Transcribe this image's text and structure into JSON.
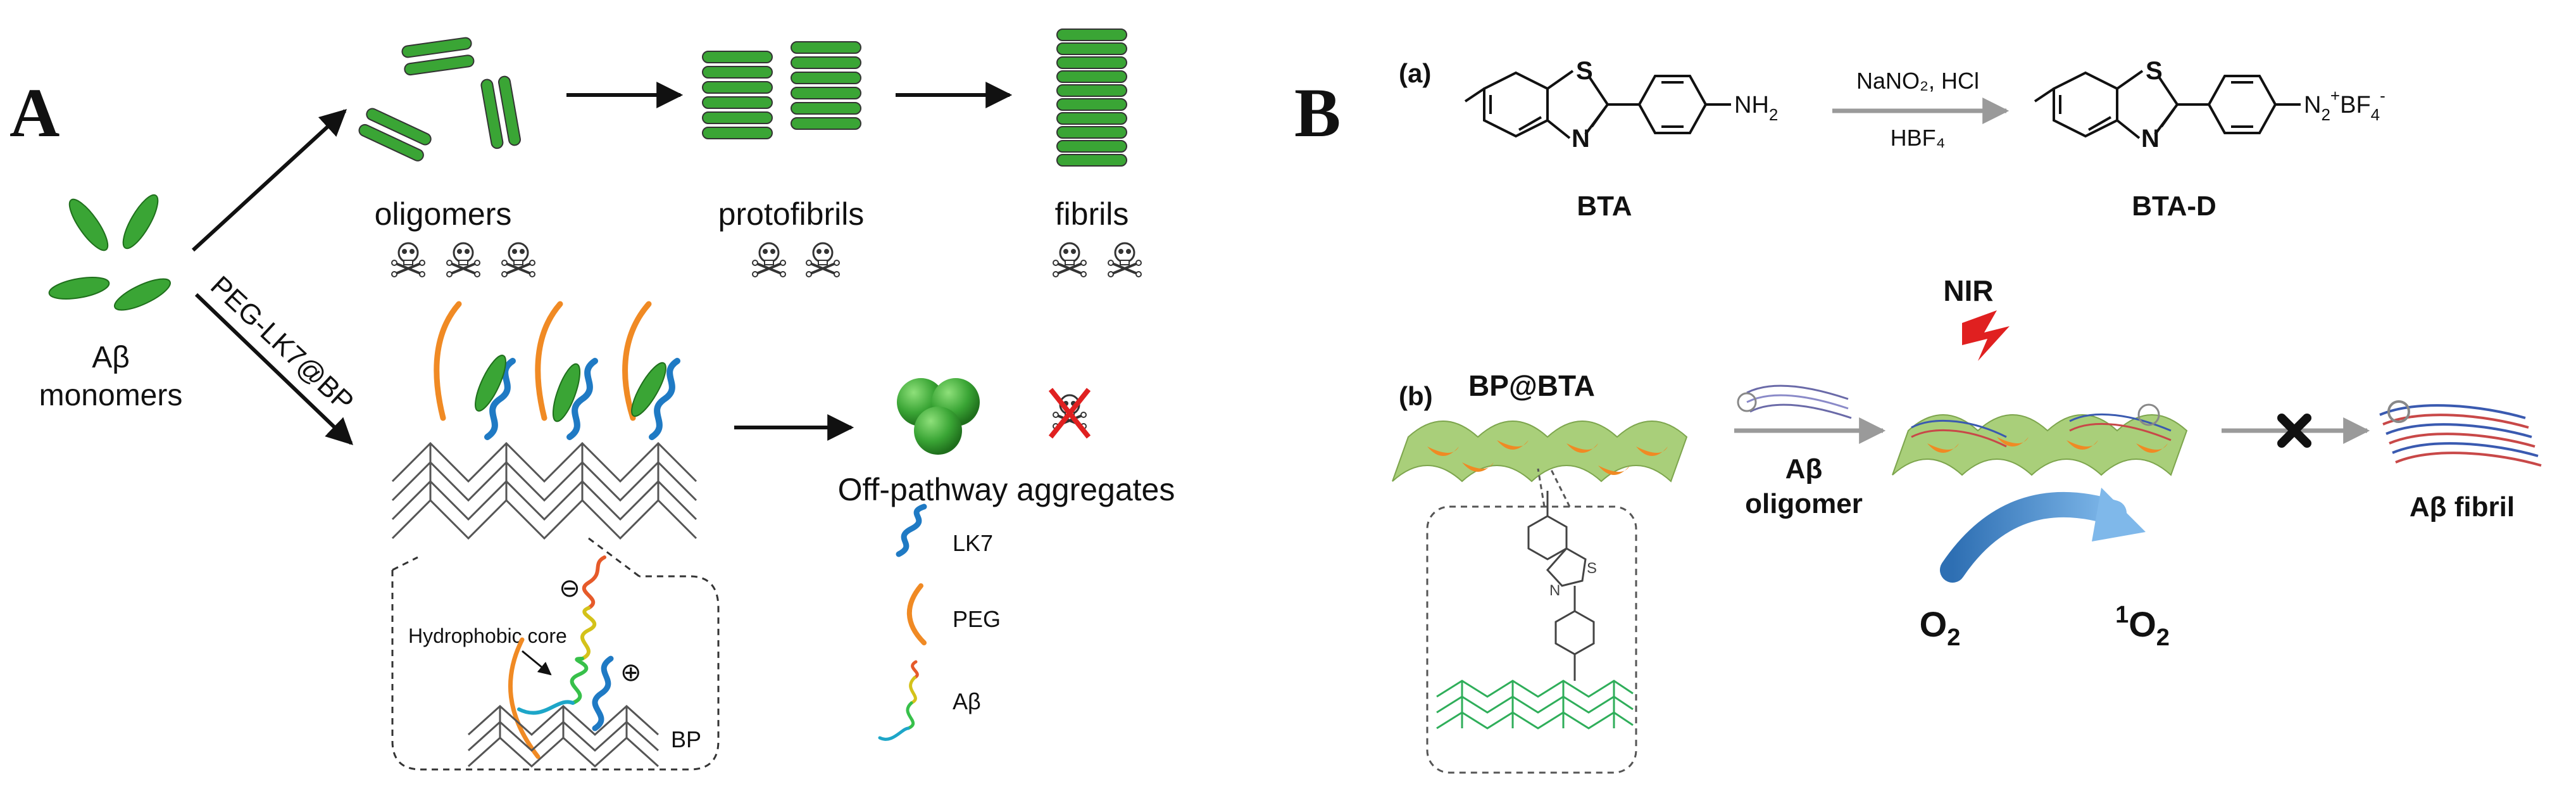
{
  "panel_a": {
    "letter": "A",
    "monomers_label_line1": "Aβ",
    "monomers_label_line2": "monomers",
    "oligomers_label": "oligomers",
    "protofibrils_label": "protofibrils",
    "fibrils_label": "fibrils",
    "treatment_label": "PEG-LK7@BP",
    "hydrophobic_core_label": "Hydrophobic core",
    "minus_symbol": "⊖",
    "plus_symbol": "⊕",
    "bp_label": "BP",
    "off_pathway_label": "Off-pathway aggregates",
    "legend": {
      "lk7": "LK7",
      "peg": "PEG",
      "abeta": "Aβ"
    }
  },
  "panel_b": {
    "letter": "B",
    "sub_a": "(a)",
    "sub_b": "(b)",
    "nh2": "NH",
    "nh2_sub": "2",
    "reagent_top": "NaNO₂, HCl",
    "reagent_bottom": "HBF₄",
    "diazonium_n": "N",
    "diazonium_n_sub": "2",
    "diazonium_plus": "+",
    "diazonium_bf": "BF",
    "diazonium_bf_sub": "4",
    "diazonium_minus": "-",
    "s_atom": "S",
    "n_atom": "N",
    "bta_label": "BTA",
    "btad_label": "BTA-D",
    "bp_bta_label": "BP@BTA",
    "oligomer_line1": "Aβ",
    "oligomer_line2": "oligomer",
    "nir_label": "NIR",
    "o2_left": "O",
    "o2_left_sub": "2",
    "o2_right_sup": "1",
    "o2_right": "O",
    "o2_right_sub": "2",
    "fibril_label": "Aβ fibril"
  },
  "colors": {
    "green": "#3aa535",
    "dark_green": "#1f6f1c",
    "orange": "#f08a24",
    "blue": "#1f7ac4",
    "sheet_green": "#a9cf7a",
    "arrow_gray": "#9a9a9a",
    "arc_blue": "#4a8fd1"
  }
}
